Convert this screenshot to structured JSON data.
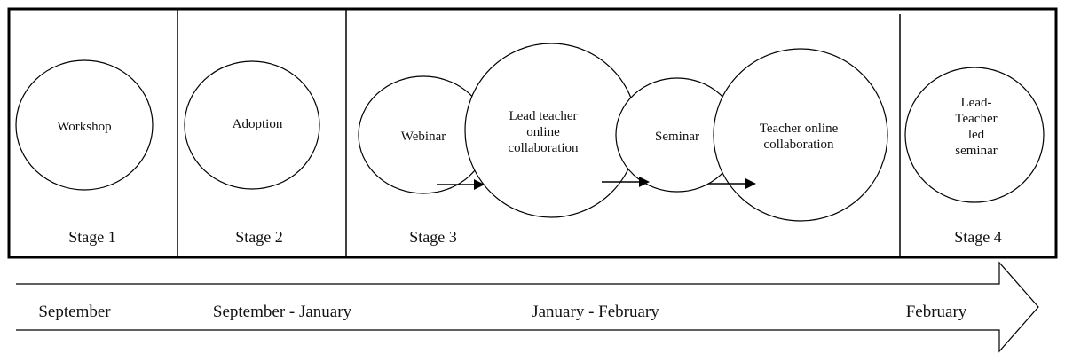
{
  "stages": {
    "stage1": {
      "label": "Stage 1",
      "activities": [
        "Workshop"
      ]
    },
    "stage2": {
      "label": "Stage 2",
      "activities": [
        "Adoption"
      ]
    },
    "stage3": {
      "label": "Stage 3",
      "activities": [
        "Webinar",
        "Lead teacher\nonline\ncollaboration",
        "Seminar",
        "Teacher online\ncollaboration"
      ]
    },
    "stage4": {
      "label": "Stage 4",
      "activities": [
        "Lead-\nTeacher\nled\nseminar"
      ]
    }
  },
  "timeline": [
    "September",
    "September - January",
    "January - February",
    "February"
  ]
}
